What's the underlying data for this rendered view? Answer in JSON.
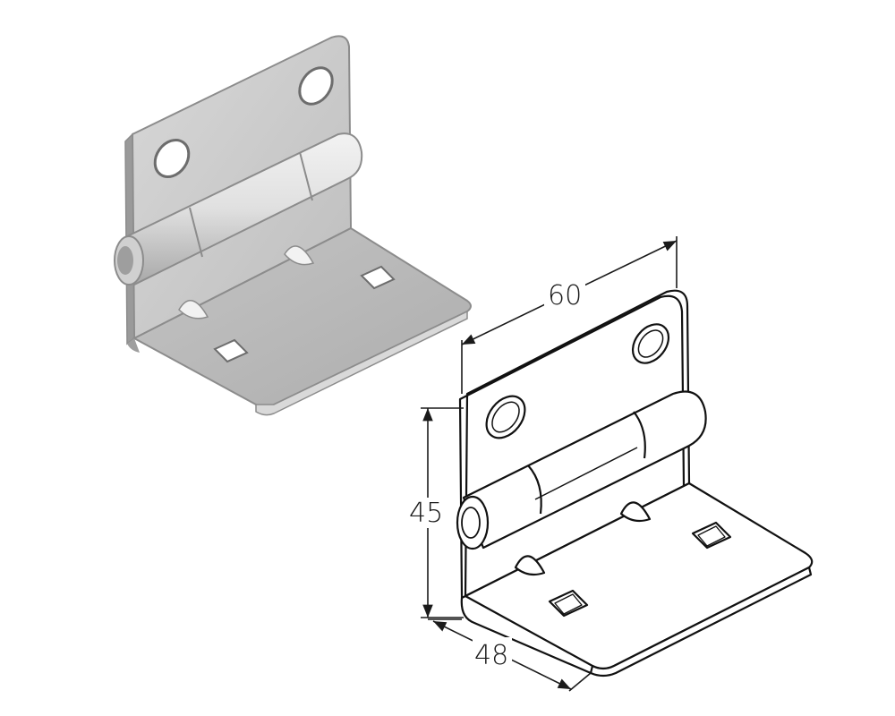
{
  "dimensions": {
    "width_label": "60",
    "height_label": "45",
    "depth_label": "48"
  },
  "colors": {
    "metal_light": "#e3e3e3",
    "metal_mid": "#c8c8c8",
    "metal_dark": "#9e9e9e",
    "outline": "#111111",
    "line": "#1a1a1a"
  }
}
